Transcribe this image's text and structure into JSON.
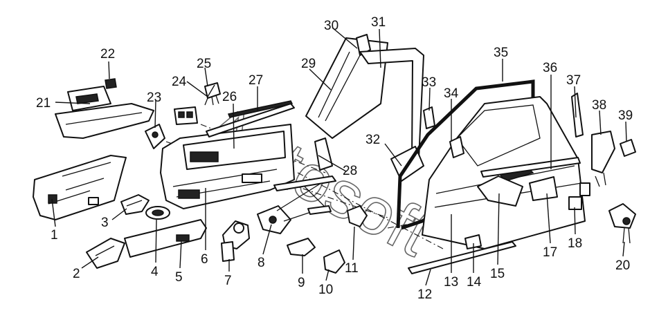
{
  "diagram": {
    "watermark": "Autosoft",
    "callouts": [
      {
        "id": "c1",
        "label": "1"
      },
      {
        "id": "c2",
        "label": "2"
      },
      {
        "id": "c3",
        "label": "3"
      },
      {
        "id": "c4",
        "label": "4"
      },
      {
        "id": "c5",
        "label": "5"
      },
      {
        "id": "c6",
        "label": "6"
      },
      {
        "id": "c7",
        "label": "7"
      },
      {
        "id": "c8",
        "label": "8"
      },
      {
        "id": "c9",
        "label": "9"
      },
      {
        "id": "c10",
        "label": "10"
      },
      {
        "id": "c11",
        "label": "11"
      },
      {
        "id": "c12",
        "label": "12"
      },
      {
        "id": "c13",
        "label": "13"
      },
      {
        "id": "c14",
        "label": "14"
      },
      {
        "id": "c15",
        "label": "15"
      },
      {
        "id": "c17",
        "label": "17"
      },
      {
        "id": "c18",
        "label": "18"
      },
      {
        "id": "c20",
        "label": "20"
      },
      {
        "id": "c21",
        "label": "21"
      },
      {
        "id": "c22",
        "label": "22"
      },
      {
        "id": "c23",
        "label": "23"
      },
      {
        "id": "c24",
        "label": "24"
      },
      {
        "id": "c25",
        "label": "25"
      },
      {
        "id": "c26",
        "label": "26"
      },
      {
        "id": "c27",
        "label": "27"
      },
      {
        "id": "c28",
        "label": "28"
      },
      {
        "id": "c29",
        "label": "29"
      },
      {
        "id": "c30",
        "label": "30"
      },
      {
        "id": "c31",
        "label": "31"
      },
      {
        "id": "c32",
        "label": "32"
      },
      {
        "id": "c33",
        "label": "33"
      },
      {
        "id": "c34",
        "label": "34"
      },
      {
        "id": "c35",
        "label": "35"
      },
      {
        "id": "c36",
        "label": "36"
      },
      {
        "id": "c37",
        "label": "37"
      },
      {
        "id": "c38",
        "label": "38"
      },
      {
        "id": "c39",
        "label": "39"
      }
    ]
  }
}
